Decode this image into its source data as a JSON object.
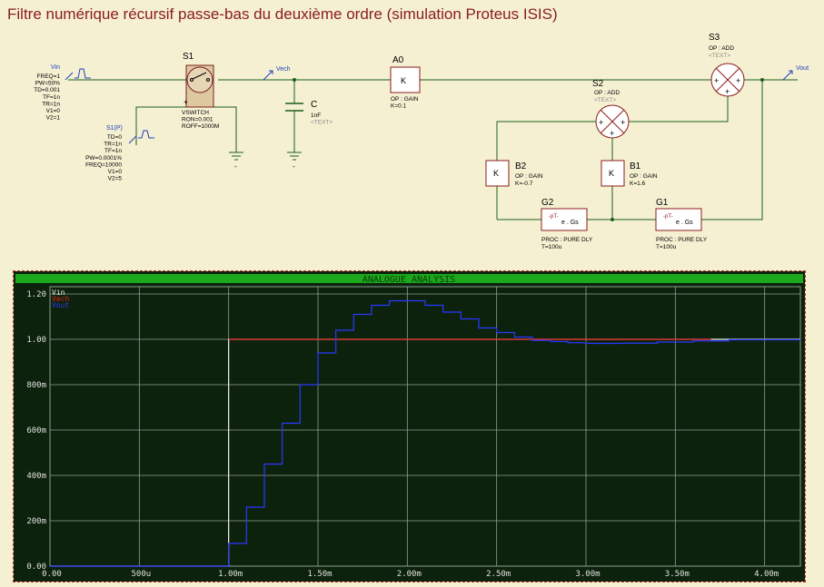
{
  "title": "Filtre numérique récursif passe-bas du deuxième ordre (simulation Proteus ISIS)",
  "schematic": {
    "vin": {
      "label": "Vin",
      "params": [
        "FREQ=1",
        "PW=50%",
        "TD=0.001",
        "TF=1n",
        "TR=1n",
        "V1=0",
        "V2=1"
      ]
    },
    "s1p": {
      "label": "S1(P)",
      "params": [
        "TD=0",
        "TR=1n",
        "TF=1n",
        "PW=0.0001%",
        "FREQ=10000",
        "V1=0",
        "V2=5"
      ]
    },
    "s1": {
      "label": "S1",
      "params": [
        "VSWITCH",
        "RON=0.001",
        "ROFF=1000M"
      ]
    },
    "vech": {
      "label": "Vech"
    },
    "c": {
      "label": "C",
      "params": [
        "1nF",
        "<TEXT>"
      ]
    },
    "a0": {
      "label": "A0",
      "symbol": "K",
      "params": [
        "OP : GAIN",
        "K=0.1"
      ]
    },
    "s2": {
      "label": "S2",
      "params": [
        "OP : ADD",
        "<TEXT>"
      ]
    },
    "s3": {
      "label": "S3",
      "params": [
        "OP : ADD",
        "<TEXT>"
      ]
    },
    "vout": {
      "label": "Vout"
    },
    "b2": {
      "label": "B2",
      "symbol": "K",
      "params": [
        "OP : GAIN",
        "K=-0.7"
      ]
    },
    "b1": {
      "label": "B1",
      "symbol": "K",
      "params": [
        "OP : GAIN",
        "K=1.6"
      ]
    },
    "g2": {
      "label": "G2",
      "symbol_a": "-pT-",
      "symbol_b": "e . Gs",
      "params": [
        "PROC : PURE DLY",
        "T=100u"
      ]
    },
    "g1": {
      "label": "G1",
      "symbol_a": "-pT-",
      "symbol_b": "e . Gs",
      "params": [
        "PROC : PURE DLY",
        "T=100u"
      ]
    },
    "plus": "+",
    "minus": "-",
    "colors": {
      "wire": "#1a5f1a",
      "text": "#000000",
      "label_blue": "#1f3fbf",
      "title": "#8b1c1c",
      "body": "#f5f0d2",
      "gray": "#8a8a8a"
    }
  },
  "chart_data": {
    "type": "line",
    "title": "ANALOGUE ANALYSIS",
    "xlim": [
      0,
      0.0042
    ],
    "ylim": [
      0,
      1.2
    ],
    "x_ticks": [
      {
        "v": 0,
        "label": "0.00"
      },
      {
        "v": 0.0005,
        "label": "500u"
      },
      {
        "v": 0.001,
        "label": "1.00m"
      },
      {
        "v": 0.0015,
        "label": "1.50m"
      },
      {
        "v": 0.002,
        "label": "2.00m"
      },
      {
        "v": 0.0025,
        "label": "2.50m"
      },
      {
        "v": 0.003,
        "label": "3.00m"
      },
      {
        "v": 0.0035,
        "label": "3.50m"
      },
      {
        "v": 0.004,
        "label": "4.00m"
      }
    ],
    "y_ticks": [
      {
        "v": 0,
        "label": "0.00"
      },
      {
        "v": 0.2,
        "label": "200m"
      },
      {
        "v": 0.4,
        "label": "400m"
      },
      {
        "v": 0.6,
        "label": "600m"
      },
      {
        "v": 0.8,
        "label": "800m"
      },
      {
        "v": 1.0,
        "label": "1.00"
      },
      {
        "v": 1.2,
        "label": "1.20"
      }
    ],
    "grid": true,
    "legend_position": "top-left",
    "colors": {
      "background": "#0d220d",
      "frame": "#1ca81c",
      "grid": "#8fa08f",
      "tick": "#e0e0e0",
      "title_text": "#0a3a0a"
    },
    "series": [
      {
        "name": "Vin",
        "color": "#f0f0f0",
        "step": true,
        "x": [
          0,
          0.001,
          0.0042
        ],
        "y": [
          0,
          1,
          1
        ]
      },
      {
        "name": "Vech",
        "color": "#e02020",
        "step": true,
        "x": [
          0.001,
          0.0037
        ],
        "y": [
          1,
          1
        ]
      },
      {
        "name": "Vout",
        "color": "#2a38ff",
        "step": true,
        "x": [
          0,
          0.001,
          0.0011,
          0.0012,
          0.0013,
          0.0014,
          0.0015,
          0.0016,
          0.0017,
          0.0018,
          0.0019,
          0.002,
          0.0021,
          0.0022,
          0.0023,
          0.0024,
          0.0025,
          0.0026,
          0.0027,
          0.0028,
          0.0029,
          0.003,
          0.0032,
          0.0034,
          0.0036,
          0.0038,
          0.0042
        ],
        "y": [
          0,
          0.1,
          0.26,
          0.45,
          0.63,
          0.8,
          0.94,
          1.04,
          1.11,
          1.15,
          1.17,
          1.17,
          1.15,
          1.12,
          1.09,
          1.05,
          1.03,
          1.01,
          0.995,
          0.99,
          0.985,
          0.982,
          0.983,
          0.988,
          0.993,
          0.998,
          1.0
        ]
      }
    ]
  }
}
